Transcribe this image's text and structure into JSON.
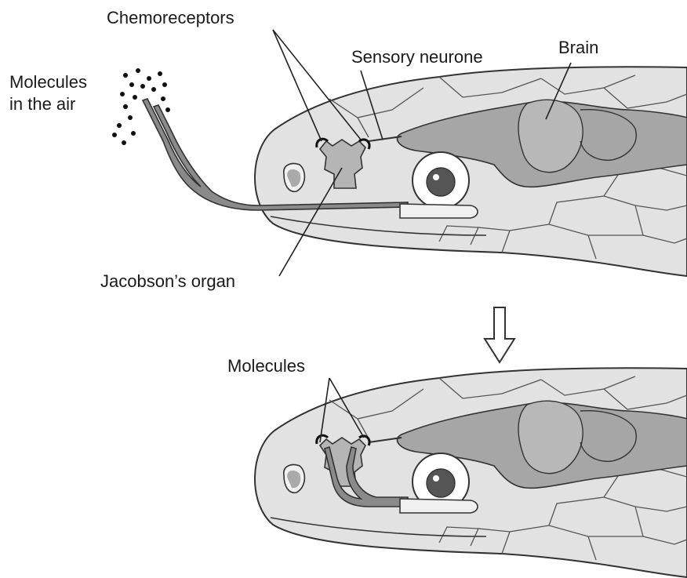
{
  "labels": {
    "chemoreceptors": "Chemoreceptors",
    "sensory_neurone": "Sensory neurone",
    "brain": "Brain",
    "molecules_in_air_line1": "Molecules",
    "molecules_in_air_line2": "in the air",
    "jacobsons_organ": "Jacobson’s organ",
    "molecules": "Molecules"
  },
  "colors": {
    "head_fill": "#e2e2e2",
    "brain_fill": "#a6a6a6",
    "tongue_fill": "#8a8a8a",
    "organ_fill": "#b5b5b5",
    "outline": "#333333",
    "eye_pupil": "#555555"
  },
  "icons": {
    "process_arrow": "down-arrow-outline"
  }
}
